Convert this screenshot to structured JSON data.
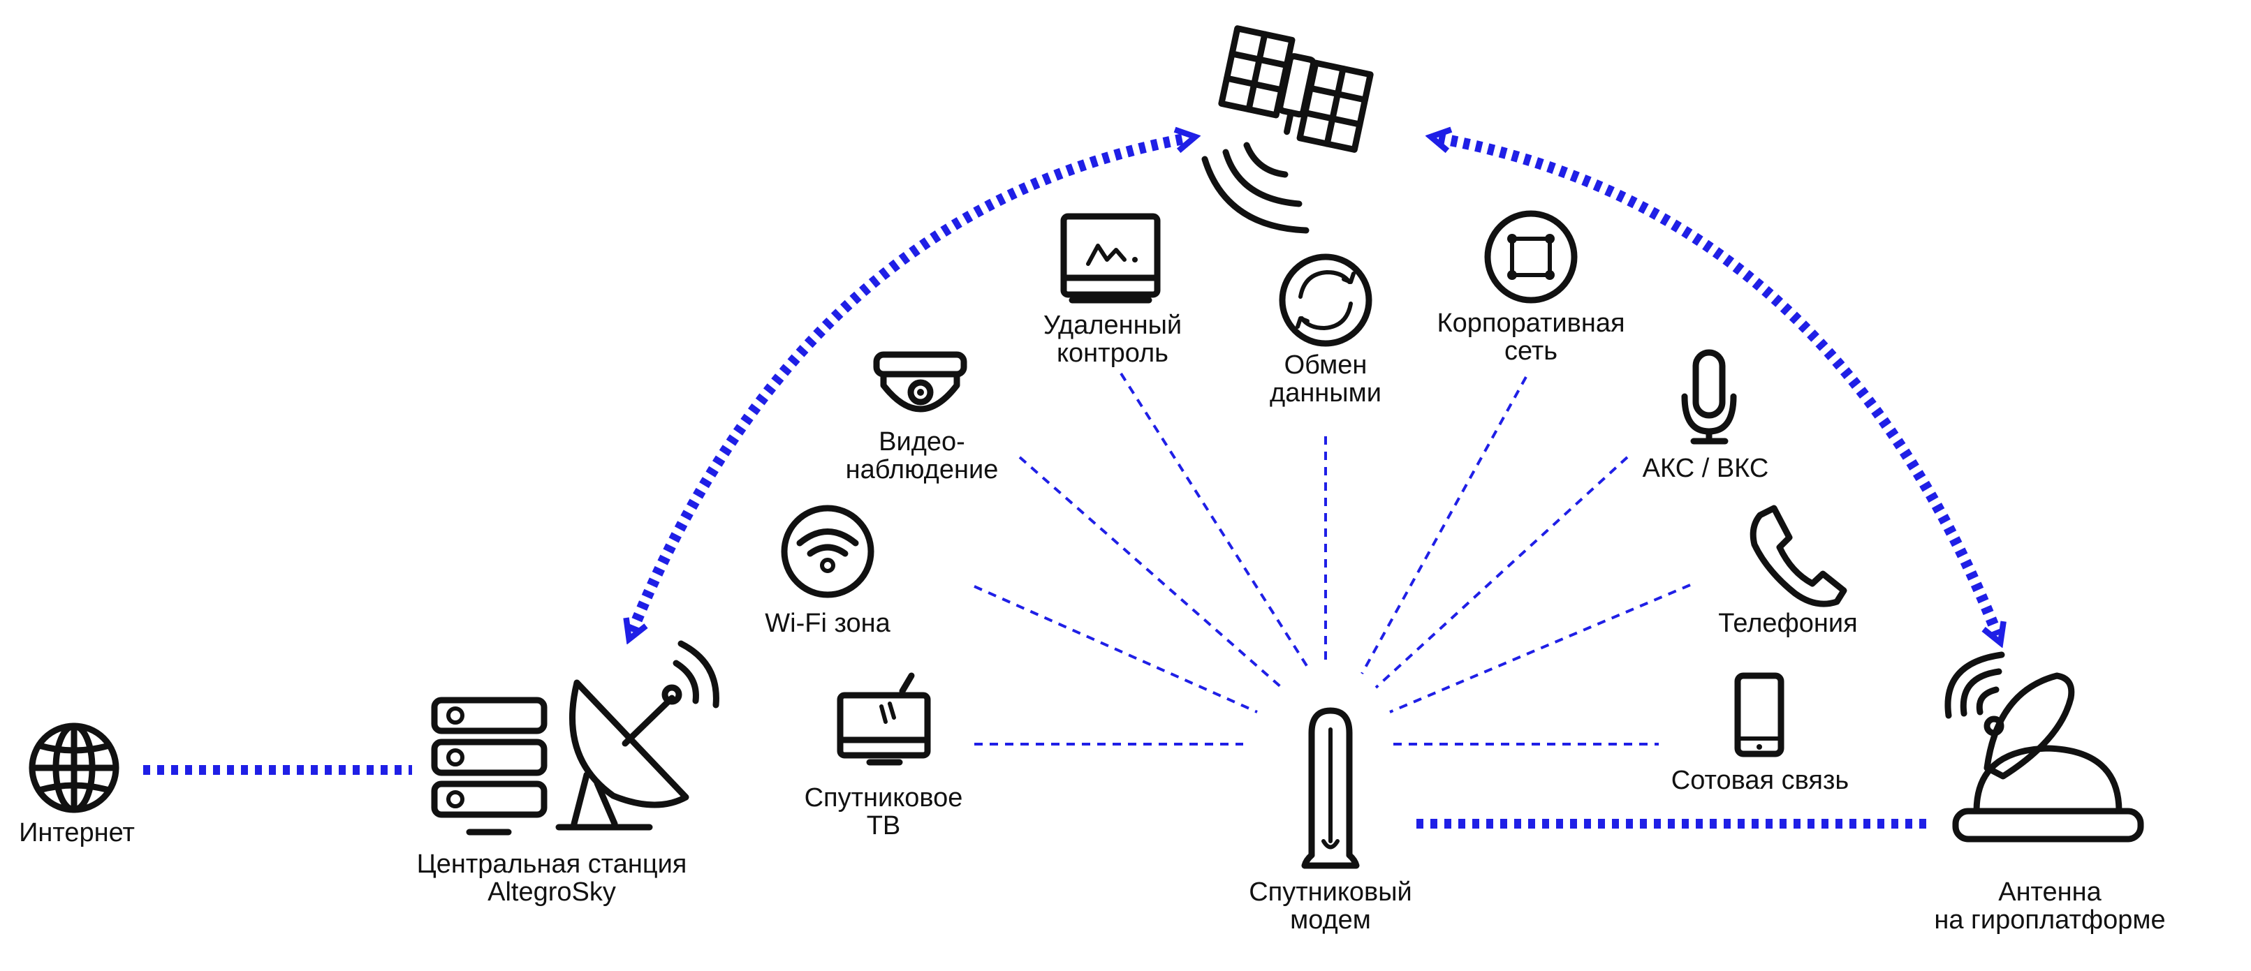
{
  "colors": {
    "link": "#1f1fe6",
    "ink": "#111111",
    "background": "#ffffff"
  },
  "nodes": {
    "internet": {
      "label_lines": [
        "Интернет"
      ],
      "icon": "globe-icon"
    },
    "station": {
      "label_lines": [
        "Центральная станция",
        "AltegroSky"
      ],
      "icon": "server-dish-icon"
    },
    "satellite": {
      "icon": "satellite-icon"
    },
    "modem": {
      "label_lines": [
        "Спутниковый",
        "модем"
      ],
      "icon": "modem-icon"
    },
    "antenna": {
      "label_lines": [
        "Антенна",
        "на гироплатформе"
      ],
      "icon": "gyro-antenna-icon"
    }
  },
  "services": {
    "tv": {
      "label_lines": [
        "Спутниковое",
        "ТВ"
      ],
      "icon": "tv-icon"
    },
    "wifi": {
      "label_lines": [
        "Wi-Fi зона"
      ],
      "icon": "wifi-icon"
    },
    "video": {
      "label_lines": [
        "Видео-",
        "наблюдение"
      ],
      "icon": "camera-icon"
    },
    "remote": {
      "label_lines": [
        "Удаленный",
        "контроль"
      ],
      "icon": "monitor-icon"
    },
    "exchange": {
      "label_lines": [
        "Обмен",
        "данными"
      ],
      "icon": "sync-icon"
    },
    "corp": {
      "label_lines": [
        "Корпоративная",
        "сеть"
      ],
      "icon": "network-icon"
    },
    "conf": {
      "label_lines": [
        "АКС / ВКС"
      ],
      "icon": "microphone-icon"
    },
    "phone": {
      "label_lines": [
        "Телефония"
      ],
      "icon": "phone-icon"
    },
    "mobile": {
      "label_lines": [
        "Сотовая связь"
      ],
      "icon": "smartphone-icon"
    }
  }
}
